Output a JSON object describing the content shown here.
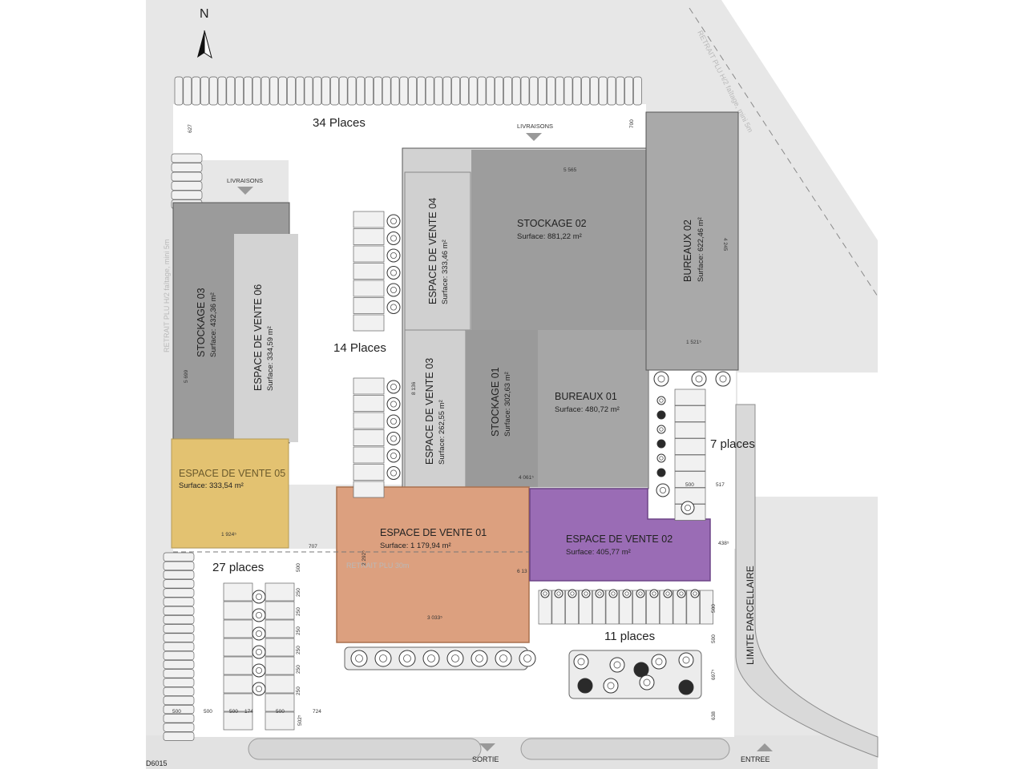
{
  "north": "N",
  "labels": {
    "retrait_right": "RETRAIT PLU H/2 faîtage, mini 5m",
    "retrait_left": "RETRAIT PLU H/2 faîtage, mini 5m",
    "retrait_plu_30": "RETRAIT PLU 30m",
    "limite": "LIMITE PARCELLAIRE",
    "road_id": "D6015",
    "sortie": "SORTIE",
    "entree": "ENTREE",
    "livraisons_top": "LIVRAISONS",
    "livraisons_left": "LIVRAISONS"
  },
  "parking": {
    "p34": "34 Places",
    "p14": "14 Places",
    "p7": "7 places",
    "p27": "27 places",
    "p11": "11 places"
  },
  "rooms": {
    "stockage02": {
      "name": "STOCKAGE 02",
      "surface": "Surface: 881,22 m²"
    },
    "bureaux02": {
      "name": "BUREAUX 02",
      "surface": "Surface: 622,46 m²"
    },
    "vente04": {
      "name": "ESPACE DE VENTE 04",
      "surface": "Surface: 333,46 m²"
    },
    "vente03": {
      "name": "ESPACE DE VENTE 03",
      "surface": "Surface: 262,55 m²"
    },
    "stockage01": {
      "name": "STOCKAGE 01",
      "surface": "Surface: 302,63 m²"
    },
    "bureaux01": {
      "name": "BUREAUX 01",
      "surface": "Surface: 480,72 m²"
    },
    "stockage03": {
      "name": "STOCKAGE 03",
      "surface": "Surface: 432,36 m²"
    },
    "vente06": {
      "name": "ESPACE DE VENTE 06",
      "surface": "Surface: 334,59 m²"
    },
    "vente05": {
      "name": "ESPACE DE VENTE 05",
      "surface": "Surface: 333,54 m²",
      "color": "#e3c271"
    },
    "vente01": {
      "name": "ESPACE DE VENTE 01",
      "surface": "Surface: 1 179,94 m²",
      "color": "#dca07f"
    },
    "vente02": {
      "name": "ESPACE DE VENTE 02",
      "surface": "Surface: 405,77 m²",
      "color": "#9a6cb5"
    }
  },
  "dimensions": {
    "d627": "627",
    "d700": "700",
    "d5565": "5 565",
    "d4245": "4 245",
    "d1521": "1 521⁵",
    "d5699": "5 699",
    "d8136": "8 136",
    "d4061": "4 061⁵",
    "d1924": "1 924⁵",
    "d707": "707",
    "d2292": "2 292⁵",
    "d613": "6 13",
    "d3033": "3 033⁵",
    "d500a": "500",
    "d517": "517",
    "d438": "438⁵",
    "d500b": "500",
    "d500c": "500",
    "d697": "697⁵",
    "d638": "638",
    "d500d": "500",
    "d250a": "250",
    "d250b": "250",
    "d250c": "250",
    "d250d": "250",
    "d250e": "250",
    "d250f": "250",
    "b500a": "500",
    "b500b": "500",
    "b500c": "500",
    "b174": "174",
    "b500d": "500",
    "b724": "724",
    "b502": "502⁵"
  }
}
